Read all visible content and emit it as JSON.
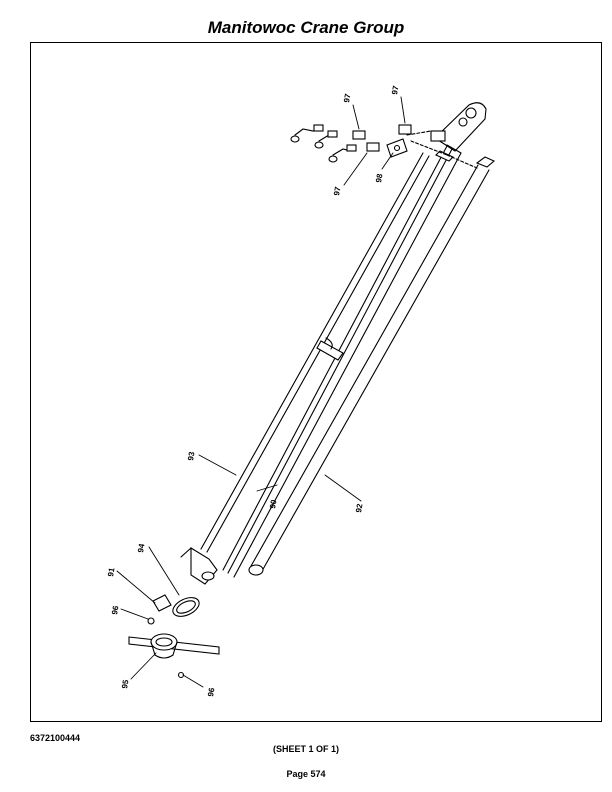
{
  "header": {
    "title": "Manitowoc Crane Group"
  },
  "drawing": {
    "callouts": [
      {
        "id": "97a",
        "label": "97"
      },
      {
        "id": "97b",
        "label": "97"
      },
      {
        "id": "97c",
        "label": "97"
      },
      {
        "id": "98",
        "label": "98"
      },
      {
        "id": "93",
        "label": "93"
      },
      {
        "id": "90",
        "label": "90"
      },
      {
        "id": "92",
        "label": "92"
      },
      {
        "id": "94",
        "label": "94"
      },
      {
        "id": "91",
        "label": "91"
      },
      {
        "id": "96a",
        "label": "96"
      },
      {
        "id": "95",
        "label": "95"
      },
      {
        "id": "96b",
        "label": "96"
      }
    ]
  },
  "footer": {
    "doc_number": "6372100444",
    "sheet": "(SHEET 1 OF 1)",
    "page": "Page 574"
  }
}
